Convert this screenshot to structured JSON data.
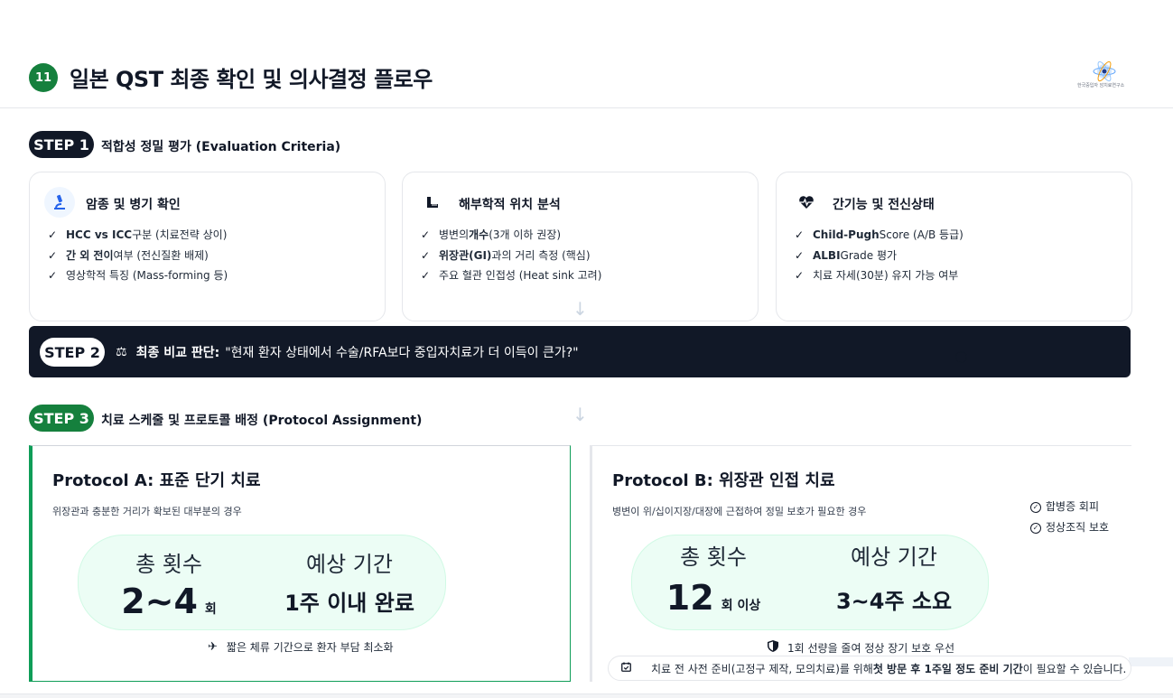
{
  "header": {
    "number": "11",
    "title": "일본 QST 최종 확인 및 의사결정 플로우",
    "logo_text": "한국중입자 암치료연구소"
  },
  "step1": {
    "badge": "STEP 1",
    "title": "적합성 정밀 평가 (Evaluation Criteria)",
    "cards": [
      {
        "icon": "microscope-icon",
        "title": "암종 및 병기 확인",
        "items": [
          {
            "bold": "HCC vs ICC",
            "text": " 구분 (치료전략 상이)"
          },
          {
            "bold": "간 외 전이",
            "text": " 여부 (전신질환 배제)"
          },
          {
            "bold": "",
            "text": "영상학적 특징 (Mass-forming 등)"
          }
        ]
      },
      {
        "icon": "ruler-icon",
        "title": "해부학적 위치 분석",
        "items": [
          {
            "pre": "병변의 ",
            "bold": "개수",
            "text": " (3개 이하 권장)"
          },
          {
            "pre": "",
            "bold": "위장관(GI)",
            "text": "과의 거리 측정 (핵심)"
          },
          {
            "pre": "",
            "bold": "",
            "text": "주요 혈관 인접성 (Heat sink 고려)"
          }
        ]
      },
      {
        "icon": "heart-pulse-icon",
        "title": "간기능 및 전신상태",
        "items": [
          {
            "bold": "Child-Pugh",
            "text": " Score (A/B 등급)"
          },
          {
            "bold": "ALBI",
            "text": " Grade 평가"
          },
          {
            "bold": "",
            "text": "치료 자세(30분) 유지 가능 여부"
          }
        ]
      }
    ]
  },
  "step2": {
    "badge": "STEP 2",
    "label": "최종 비교 판단:",
    "question": "\"현재 환자 상태에서 수술/RFA보다 중입자치료가 더 이득이 큰가?\""
  },
  "step3": {
    "badge": "STEP 3",
    "title": "치료 스케줄 및 프로토콜 배정 (Protocol Assignment)",
    "protocol_a": {
      "title": "Protocol A: 표준 단기 치료",
      "subtitle": "위장관과 충분한 거리가 확보된 대부분의 경우",
      "count_label": "총 횟수",
      "count_value": "2~4",
      "count_unit": "회",
      "period_label": "예상 기간",
      "period_value": "1주 이내 완료",
      "note": "짧은 체류 기간으로 환자 부담 최소화"
    },
    "protocol_b": {
      "title": "Protocol B: 위장관 인접 치료",
      "subtitle": "병변이 위/십이지장/대장에 근접하여 정밀 보호가 필요한 경우",
      "benefits": [
        "합병증 회피",
        "정상조직 보호"
      ],
      "count_label": "총 횟수",
      "count_value": "12",
      "count_unit": "회 이상",
      "period_label": "예상 기간",
      "period_value": "3~4주 소요",
      "note": "1회 선량을 줄여 정상 장기 보호 우선"
    },
    "prep_note": {
      "pre": "치료 전 사전 준비(고정구 제작, 모의치료)를 위해 ",
      "bold": "첫 방문 후 1주일 정도 준비 기간",
      "post": "이 필요할 수 있습니다."
    }
  },
  "colors": {
    "dark": "#111827",
    "green": "#15803d",
    "mint": "#ecfdf5"
  }
}
